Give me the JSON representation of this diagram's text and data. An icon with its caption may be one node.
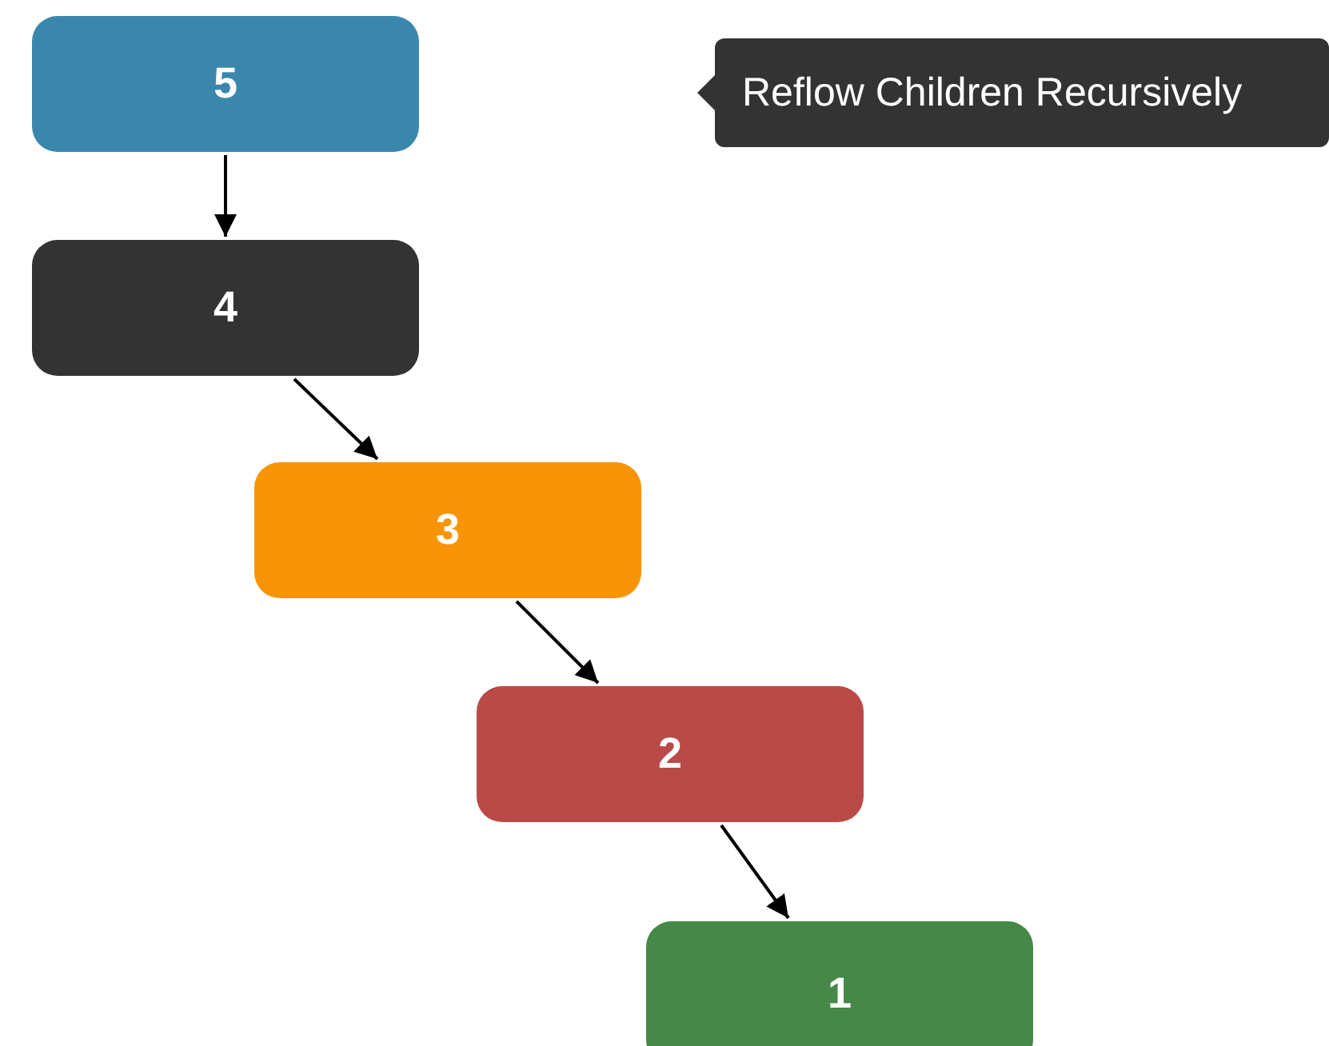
{
  "diagram": {
    "nodes": [
      {
        "text": [
          "5"
        ]
      },
      {
        "text": [
          "4"
        ]
      },
      {
        "text": [
          "3"
        ]
      },
      {
        "text": [
          "2"
        ]
      },
      {
        "text": [
          "1"
        ]
      },
      {
        "text": [
          "Reflow Children Recursively"
        ]
      }
    ],
    "edges": [
      {
        "from": 0,
        "to": 1,
        "arrow": "to"
      },
      {
        "from": 1,
        "to": 2,
        "arrow": "to"
      },
      {
        "from": 2,
        "to": 3,
        "arrow": "to"
      },
      {
        "from": 3,
        "to": 4,
        "arrow": "to"
      }
    ]
  }
}
